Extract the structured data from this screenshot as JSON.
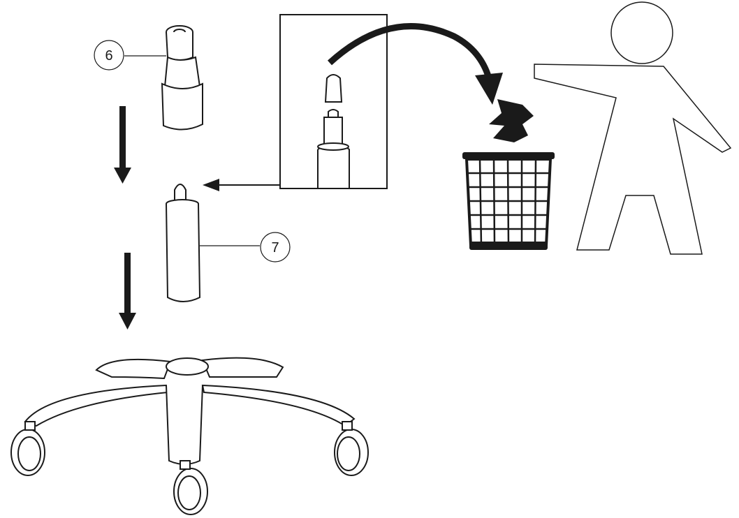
{
  "callouts": [
    {
      "id": "part-6",
      "label": "6"
    },
    {
      "id": "part-7",
      "label": "7"
    }
  ],
  "colors": {
    "stroke": "#1a1a1a",
    "fill": "#ffffff",
    "dark": "#1a1a1a"
  },
  "icons": {
    "person": "person-figure-icon",
    "trash": "trash-bin-icon",
    "debris": "paper-debris-icon"
  }
}
